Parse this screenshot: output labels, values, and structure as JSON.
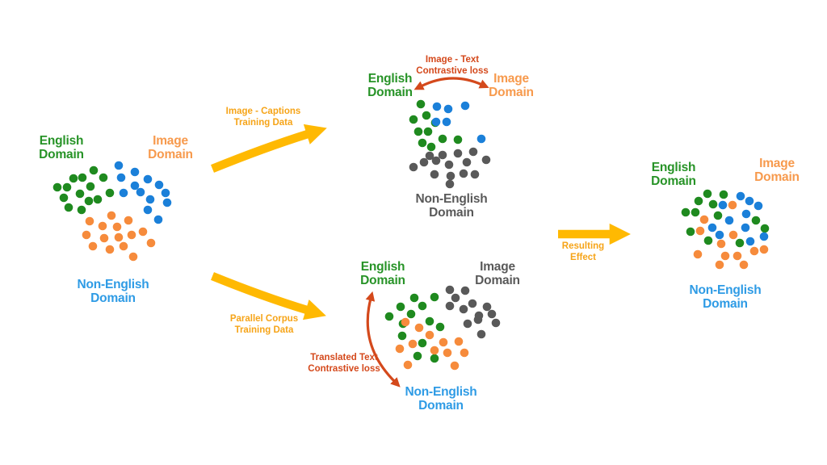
{
  "palette": {
    "green_text": "#279327",
    "green_dot": "#1f8a1f",
    "blue_text": "#2e9be5",
    "blue_dot": "#1b80d9",
    "orange_text": "#f79a4d",
    "orange_dot": "#f68b3c",
    "gray_text": "#595959",
    "gray_dot": "#595959",
    "amber": "#ffb902",
    "amber_text": "#f6a418",
    "red": "#d4491c",
    "bg": "#ffffff"
  },
  "flow": {
    "image_captions_label": "Image - Captions\nTraining Data",
    "parallel_corpus_label": "Parallel Corpus\nTraining Data",
    "resulting_effect_label": "Resulting\nEffect",
    "image_text_loss_label": "Image - Text\nContrastive loss",
    "translated_text_loss_label": "Translated Text\nContrastive loss"
  },
  "panels": {
    "initial": {
      "english": "English\nDomain",
      "image": "Image\nDomain",
      "non_english": "Non-English\nDomain"
    },
    "after_image_captions": {
      "english": "English\nDomain",
      "image": "Image\nDomain",
      "non_english": "Non-English\nDomain"
    },
    "after_parallel_corpus": {
      "english": "English\nDomain",
      "image": "Image\nDomain",
      "non_english": "Non-English\nDomain"
    },
    "result": {
      "english": "English\nDomain",
      "image": "Image\nDomain",
      "non_english": "Non-English\nDomain"
    }
  },
  "clusters": [
    {
      "id": "initial-cluster",
      "dots": [
        [
          116,
          211,
          "g"
        ],
        [
          102,
          220,
          "g"
        ],
        [
          91,
          221,
          "g"
        ],
        [
          128,
          220,
          "g"
        ],
        [
          71,
          232,
          "g"
        ],
        [
          83,
          232,
          "g"
        ],
        [
          112,
          231,
          "g"
        ],
        [
          136,
          239,
          "g"
        ],
        [
          99,
          240,
          "g"
        ],
        [
          79,
          245,
          "g"
        ],
        [
          110,
          249,
          "g"
        ],
        [
          121,
          247,
          "g"
        ],
        [
          85,
          257,
          "g"
        ],
        [
          101,
          260,
          "g"
        ],
        [
          147,
          205,
          "b"
        ],
        [
          167,
          213,
          "b"
        ],
        [
          150,
          220,
          "b"
        ],
        [
          183,
          222,
          "b"
        ],
        [
          167,
          230,
          "b"
        ],
        [
          197,
          229,
          "b"
        ],
        [
          153,
          239,
          "b"
        ],
        [
          174,
          238,
          "b"
        ],
        [
          205,
          239,
          "b"
        ],
        [
          186,
          247,
          "b"
        ],
        [
          207,
          251,
          "b"
        ],
        [
          183,
          260,
          "b"
        ],
        [
          196,
          272,
          "b"
        ],
        [
          138,
          267,
          "o"
        ],
        [
          159,
          273,
          "o"
        ],
        [
          111,
          274,
          "o"
        ],
        [
          127,
          280,
          "o"
        ],
        [
          145,
          281,
          "o"
        ],
        [
          177,
          287,
          "o"
        ],
        [
          107,
          291,
          "o"
        ],
        [
          129,
          295,
          "o"
        ],
        [
          147,
          294,
          "o"
        ],
        [
          163,
          291,
          "o"
        ],
        [
          187,
          301,
          "o"
        ],
        [
          115,
          305,
          "o"
        ],
        [
          136,
          309,
          "o"
        ],
        [
          153,
          305,
          "o"
        ],
        [
          165,
          318,
          "o"
        ]
      ]
    },
    {
      "id": "after-image-captions-cluster",
      "dots": [
        [
          521,
          129,
          "g"
        ],
        [
          528,
          143,
          "g"
        ],
        [
          512,
          148,
          "g"
        ],
        [
          539,
          152,
          "g"
        ],
        [
          518,
          163,
          "g"
        ],
        [
          530,
          163,
          "g"
        ],
        [
          548,
          172,
          "g"
        ],
        [
          567,
          173,
          "g"
        ],
        [
          523,
          177,
          "g"
        ],
        [
          534,
          182,
          "g"
        ],
        [
          541,
          132,
          "b"
        ],
        [
          555,
          135,
          "b"
        ],
        [
          576,
          131,
          "b"
        ],
        [
          540,
          151,
          "b"
        ],
        [
          553,
          151,
          "b"
        ],
        [
          596,
          172,
          "b"
        ],
        [
          532,
          193,
          "y"
        ],
        [
          548,
          192,
          "y"
        ],
        [
          567,
          190,
          "y"
        ],
        [
          586,
          188,
          "y"
        ],
        [
          512,
          207,
          "y"
        ],
        [
          525,
          201,
          "y"
        ],
        [
          540,
          199,
          "y"
        ],
        [
          556,
          204,
          "y"
        ],
        [
          578,
          201,
          "y"
        ],
        [
          602,
          198,
          "y"
        ],
        [
          538,
          216,
          "y"
        ],
        [
          558,
          218,
          "y"
        ],
        [
          574,
          215,
          "y"
        ],
        [
          588,
          216,
          "y"
        ],
        [
          557,
          228,
          "y"
        ]
      ]
    },
    {
      "id": "after-parallel-corpus-cluster",
      "dots": [
        [
          513,
          369,
          "g"
        ],
        [
          538,
          368,
          "g"
        ],
        [
          496,
          380,
          "g"
        ],
        [
          523,
          379,
          "g"
        ],
        [
          509,
          389,
          "g"
        ],
        [
          482,
          392,
          "g"
        ],
        [
          532,
          398,
          "g"
        ],
        [
          545,
          405,
          "g"
        ],
        [
          499,
          401,
          "g"
        ],
        [
          498,
          416,
          "g"
        ],
        [
          523,
          425,
          "g"
        ],
        [
          517,
          441,
          "g"
        ],
        [
          538,
          444,
          "g"
        ],
        [
          502,
          399,
          "o"
        ],
        [
          519,
          406,
          "o"
        ],
        [
          532,
          415,
          "o"
        ],
        [
          511,
          426,
          "o"
        ],
        [
          495,
          432,
          "o"
        ],
        [
          549,
          424,
          "o"
        ],
        [
          538,
          434,
          "o"
        ],
        [
          554,
          437,
          "o"
        ],
        [
          568,
          423,
          "o"
        ],
        [
          575,
          437,
          "o"
        ],
        [
          505,
          452,
          "o"
        ],
        [
          563,
          453,
          "o"
        ],
        [
          557,
          359,
          "y"
        ],
        [
          576,
          360,
          "y"
        ],
        [
          564,
          369,
          "y"
        ],
        [
          585,
          376,
          "y"
        ],
        [
          557,
          379,
          "y"
        ],
        [
          574,
          383,
          "y"
        ],
        [
          603,
          380,
          "y"
        ],
        [
          593,
          391,
          "y"
        ],
        [
          609,
          389,
          "y"
        ],
        [
          579,
          401,
          "y"
        ],
        [
          592,
          396,
          "y"
        ],
        [
          614,
          400,
          "y"
        ],
        [
          596,
          414,
          "y"
        ]
      ]
    },
    {
      "id": "result-cluster",
      "dots": [
        [
          876,
          240,
          "g"
        ],
        [
          896,
          241,
          "g"
        ],
        [
          865,
          249,
          "g"
        ],
        [
          883,
          253,
          "g"
        ],
        [
          849,
          263,
          "g"
        ],
        [
          861,
          263,
          "g"
        ],
        [
          889,
          267,
          "g"
        ],
        [
          936,
          273,
          "g"
        ],
        [
          855,
          287,
          "g"
        ],
        [
          877,
          298,
          "g"
        ],
        [
          947,
          283,
          "g"
        ],
        [
          916,
          301,
          "g"
        ],
        [
          917,
          243,
          "b"
        ],
        [
          928,
          249,
          "b"
        ],
        [
          895,
          254,
          "b"
        ],
        [
          939,
          255,
          "b"
        ],
        [
          924,
          265,
          "b"
        ],
        [
          903,
          273,
          "b"
        ],
        [
          882,
          282,
          "b"
        ],
        [
          923,
          282,
          "b"
        ],
        [
          891,
          291,
          "b"
        ],
        [
          929,
          299,
          "b"
        ],
        [
          946,
          293,
          "b"
        ],
        [
          907,
          254,
          "o"
        ],
        [
          872,
          272,
          "o"
        ],
        [
          867,
          286,
          "o"
        ],
        [
          908,
          291,
          "o"
        ],
        [
          893,
          302,
          "o"
        ],
        [
          946,
          309,
          "o"
        ],
        [
          934,
          311,
          "o"
        ],
        [
          864,
          315,
          "o"
        ],
        [
          898,
          317,
          "o"
        ],
        [
          913,
          317,
          "o"
        ],
        [
          891,
          328,
          "o"
        ],
        [
          921,
          328,
          "o"
        ]
      ]
    }
  ]
}
